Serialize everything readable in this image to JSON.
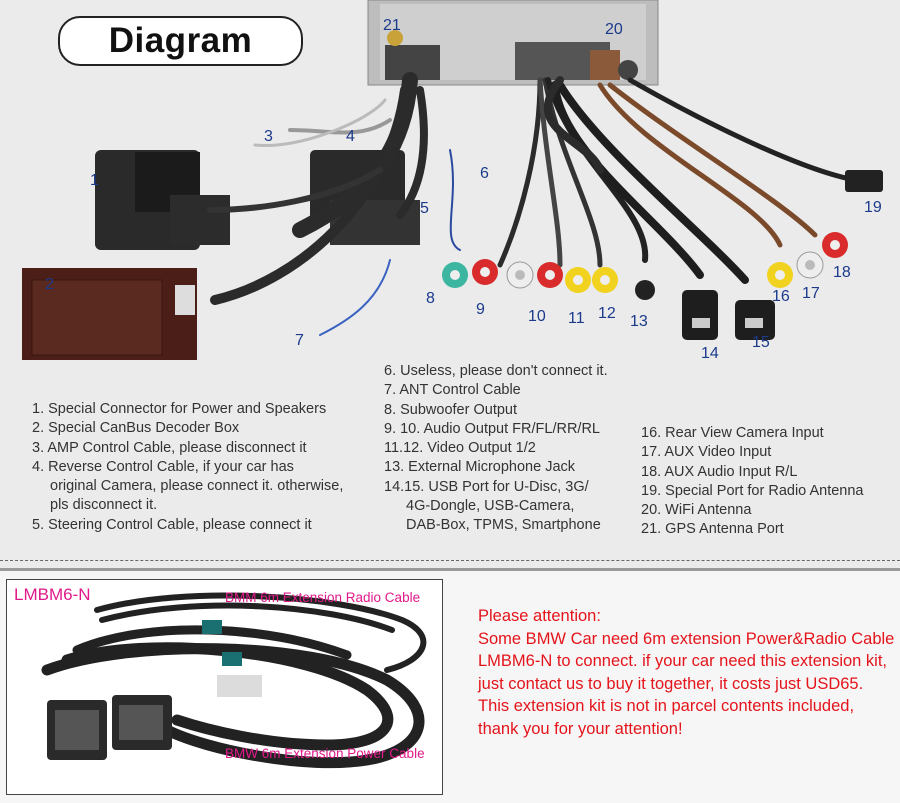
{
  "title": "Diagram",
  "callouts": [
    "1",
    "2",
    "3",
    "4",
    "5",
    "6",
    "7",
    "8",
    "9",
    "10",
    "11",
    "12",
    "13",
    "14",
    "15",
    "16",
    "17",
    "18",
    "19",
    "20",
    "21"
  ],
  "legend_left": [
    "1. Special Connector for Power and Speakers",
    "2. Special CanBus Decoder Box",
    "3. AMP Control Cable, please disconnect it",
    "4. Reverse Control Cable, if your car has",
    "original Camera, please connect it. otherwise,",
    "pls disconnect it.",
    "5. Steering Control Cable, please connect it"
  ],
  "legend_mid": [
    "6. Useless, please don't connect it.",
    "7. ANT Control Cable",
    "8. Subwoofer Output",
    "9. 10. Audio Output FR/FL/RR/RL",
    "11.12. Video Output 1/2",
    "13. External Microphone Jack",
    "14.15. USB Port for U-Disc, 3G/",
    "4G-Dongle, USB-Camera,",
    "DAB-Box, TPMS, Smartphone"
  ],
  "legend_right": [
    "16. Rear View Camera Input",
    "17. AUX Video Input",
    "18. AUX Audio Input R/L",
    "19. Special Port for Radio Antenna",
    "20. WiFi Antenna",
    "21. GPS Antenna Port"
  ],
  "extension": {
    "code": "LMBM6-N",
    "radio_caption": "BMM 6m Extension Radio Cable",
    "power_caption": "BMW 6m Extension Power Cable"
  },
  "attention": {
    "heading": "Please attention:",
    "body": "Some BMW Car need 6m extension Power&Radio Cable LMBM6-N to connect. if your car need this extension kit, just contact us to buy it together, it costs just USD65. This extension kit is not in parcel contents included, thank you for your attention!"
  },
  "colors": {
    "callout": "#1b3a8c",
    "accent": "#e0198a",
    "warning": "#e4141b"
  }
}
